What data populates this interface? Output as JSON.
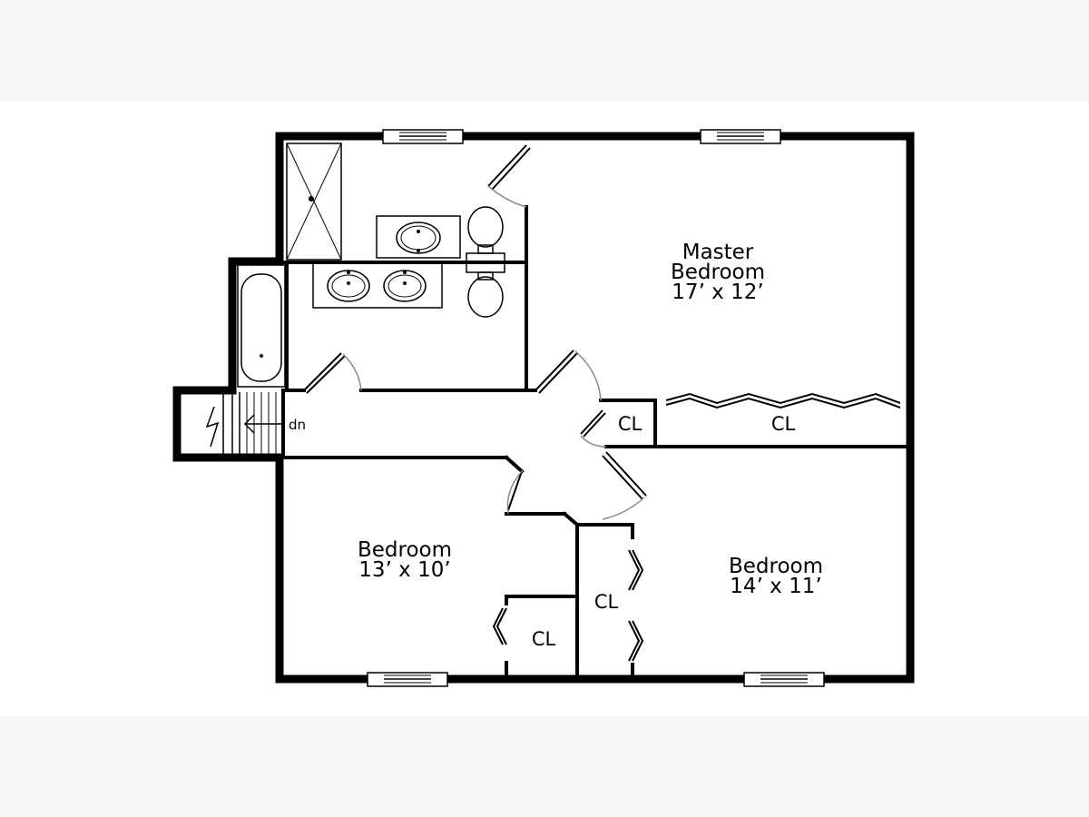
{
  "rooms": {
    "master": {
      "line1": "Master",
      "line2": "Bedroom",
      "dims": "17’ x 12’"
    },
    "bedroom_left": {
      "line1": "Bedroom",
      "dims": "13’ x 10’"
    },
    "bedroom_right": {
      "line1": "Bedroom",
      "dims": "14’ x 11’"
    }
  },
  "closets": {
    "hall_small": "CL",
    "master_long": "CL",
    "middle": "CL",
    "left_small": "CL"
  },
  "stairs": {
    "label": "dn"
  }
}
